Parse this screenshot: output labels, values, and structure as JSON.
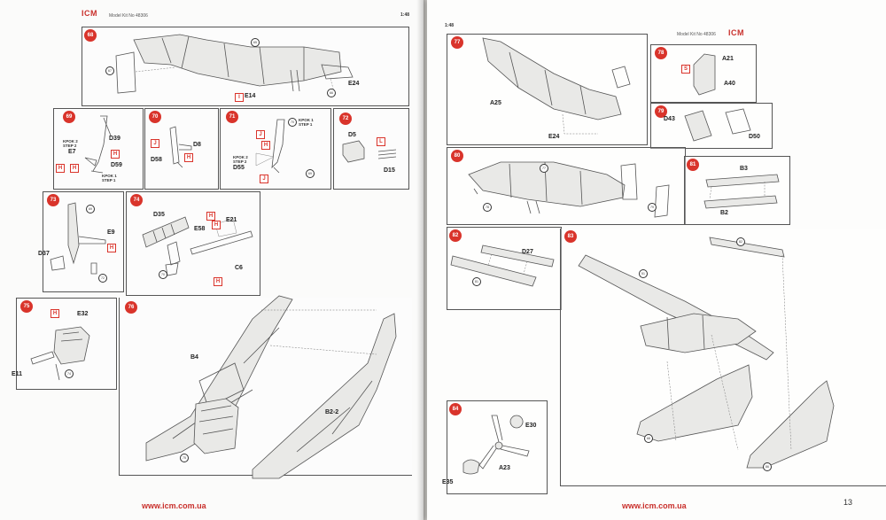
{
  "left_page": {
    "brand": "ICM",
    "header": "Model Kit No 48306",
    "scale": "1:48",
    "url": "www.icm.com.ua"
  },
  "right_page": {
    "brand": "ICM",
    "header": "Model Kit No 48306",
    "scale": "1:48",
    "url": "www.icm.com.ua",
    "page_number": "13"
  },
  "steps": {
    "s68": {
      "no": "68",
      "parts": [
        "E14",
        "E24"
      ],
      "refs": [
        "65",
        "67",
        "66"
      ],
      "tag": "I"
    },
    "s69": {
      "no": "69",
      "parts": [
        "D39",
        "E7",
        "D59"
      ],
      "notes": [
        "KPOK 2",
        "STEP 2",
        "KPOK 1",
        "STEP 1"
      ],
      "tags": [
        "H",
        "H",
        "H"
      ]
    },
    "s70": {
      "no": "70",
      "parts": [
        "D8",
        "D58"
      ],
      "tags": [
        "J",
        "H"
      ]
    },
    "s71": {
      "no": "71",
      "parts": [
        "D55"
      ],
      "notes": [
        "KPOK 1",
        "STEP 1",
        "KPOK 2",
        "STEP 2"
      ],
      "tags": [
        "J",
        "H",
        "J"
      ],
      "refs": [
        "70",
        "69"
      ]
    },
    "s72": {
      "no": "72",
      "parts": [
        "D5",
        "D15"
      ],
      "tags": [
        "L"
      ]
    },
    "s73": {
      "no": "73",
      "parts": [
        "E9",
        "D37"
      ],
      "tags": [
        "H"
      ],
      "refs": [
        "69",
        "72"
      ]
    },
    "s74": {
      "no": "74",
      "parts": [
        "D35",
        "E21",
        "E58",
        "C6"
      ],
      "tags": [
        "H",
        "H",
        "H"
      ],
      "refs": [
        "70"
      ]
    },
    "s75": {
      "no": "75",
      "parts": [
        "E32",
        "E11"
      ],
      "tags": [
        "H"
      ],
      "refs": [
        "74"
      ]
    },
    "s76": {
      "no": "76",
      "parts": [
        "B4",
        "B2-2"
      ],
      "refs": [
        "75"
      ]
    },
    "s77": {
      "no": "77",
      "parts": [
        "A25",
        "E24"
      ]
    },
    "s78": {
      "no": "78",
      "parts": [
        "A21",
        "A40"
      ],
      "tags": [
        "S"
      ]
    },
    "s79": {
      "no": "79",
      "parts": [
        "D43",
        "D50"
      ]
    },
    "s80": {
      "no": "80",
      "parts": [],
      "refs": [
        "77",
        "78",
        "79"
      ]
    },
    "s81": {
      "no": "81",
      "parts": [
        "B3",
        "B2"
      ]
    },
    "s82": {
      "no": "82",
      "parts": [
        "D27"
      ],
      "refs": [
        "81"
      ]
    },
    "s83": {
      "no": "83",
      "parts": [],
      "refs": [
        "82",
        "51",
        "68",
        "86"
      ]
    },
    "s84": {
      "no": "84",
      "parts": [
        "E30",
        "A23",
        "E35"
      ]
    }
  }
}
